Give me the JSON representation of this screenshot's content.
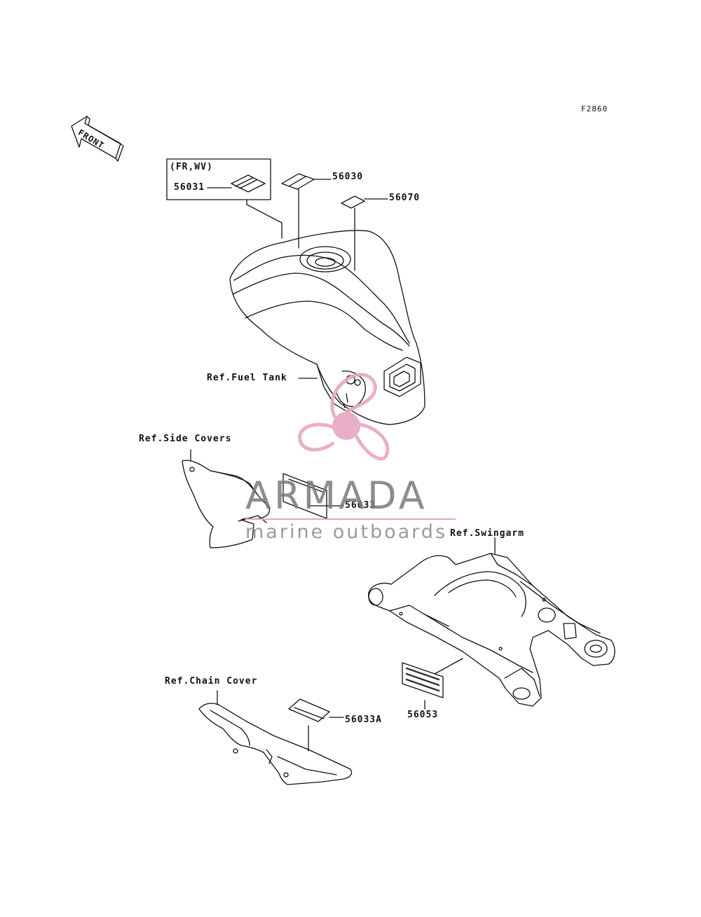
{
  "figure_code": "F2860",
  "front_label": "FRONT",
  "variant_note": "(FR,WV)",
  "parts": [
    {
      "number": "56031"
    },
    {
      "number": "56030"
    },
    {
      "number": "56070"
    },
    {
      "number": "56033"
    },
    {
      "number": "56053"
    },
    {
      "number": "56033A"
    }
  ],
  "references": {
    "fuel_tank": "Ref.Fuel Tank",
    "side_covers": "Ref.Side Covers",
    "swingarm": "Ref.Swingarm",
    "chain_cover": "Ref.Chain Cover"
  },
  "watermark": {
    "brand": "ARMADA",
    "tagline": "marine outboards",
    "colors": {
      "logo": "#e8a7c3",
      "text": "#7a7a7a"
    }
  }
}
